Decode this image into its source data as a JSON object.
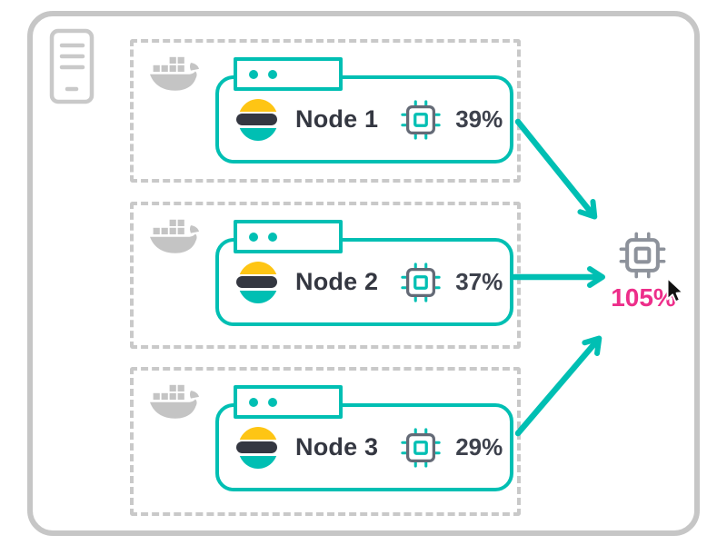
{
  "nodes": [
    {
      "name": "Node 1",
      "cpu": "39%"
    },
    {
      "name": "Node 2",
      "cpu": "37%"
    },
    {
      "name": "Node 3",
      "cpu": "29%"
    }
  ],
  "total": {
    "cpu": "105%"
  },
  "icons": {
    "host": "server-icon",
    "container_runtime": "docker-icon",
    "node_logo": "elasticsearch-icon",
    "node_cpu": "cpu-chip-icon",
    "aggregate_cpu": "total-cpu-chip-icon",
    "pointer": "mouse-cursor-icon"
  },
  "colors": {
    "teal": "#00bfb3",
    "gray_border": "#c6c6c6",
    "dark_text": "#343741",
    "pink_alert": "#ed2e8a",
    "yellow": "#fec514"
  }
}
